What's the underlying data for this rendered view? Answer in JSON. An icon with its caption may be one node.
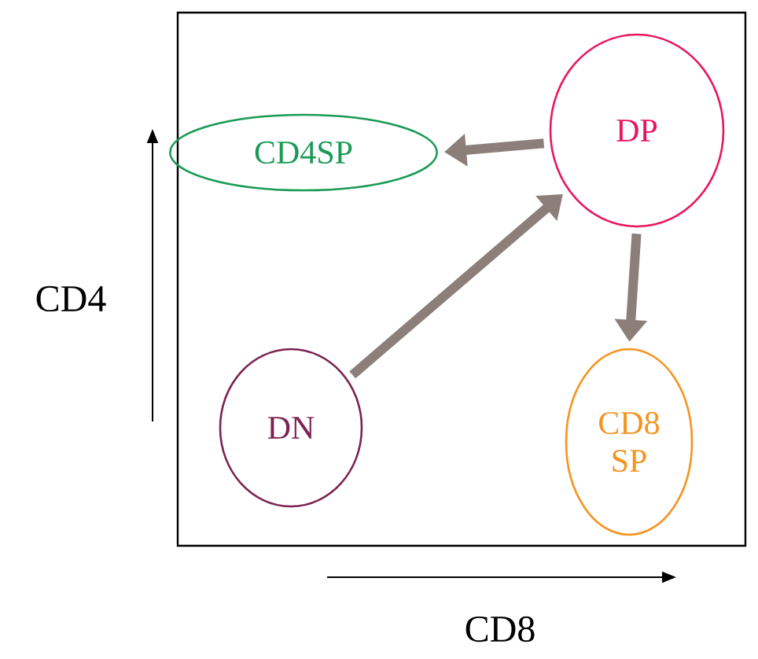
{
  "diagram": {
    "nodes": [
      {
        "text": [
          "DN"
        ]
      },
      {
        "text": [
          "DP"
        ]
      },
      {
        "text": [
          "CD4SP"
        ]
      },
      {
        "text": [
          "CD8 SP"
        ]
      }
    ],
    "edges": [
      {
        "from": 0,
        "to": 1,
        "arrow": "to"
      },
      {
        "from": 1,
        "to": 2,
        "arrow": "to"
      },
      {
        "from": 1,
        "to": 3,
        "arrow": "to"
      }
    ],
    "labels": [
      "CD4",
      "CD8"
    ]
  }
}
